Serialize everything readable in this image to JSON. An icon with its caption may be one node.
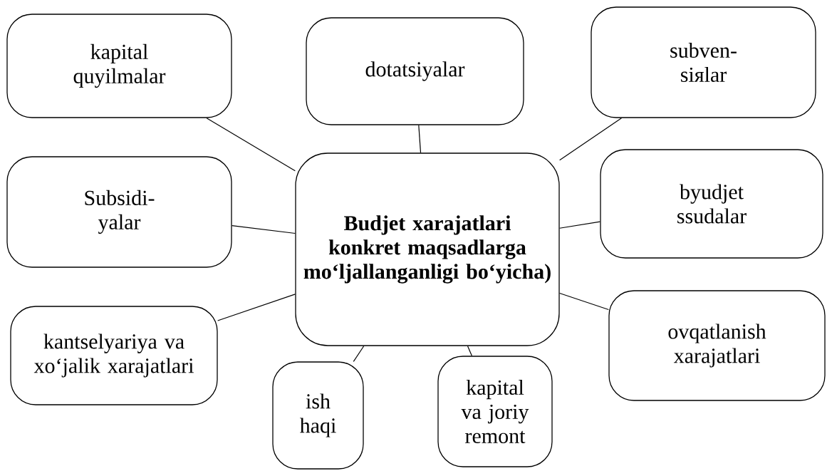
{
  "diagram": {
    "nodes": [
      {
        "text": [
          "Budjet xarajatlari konkret maqsadlarga mo‘ljallanganligi bo‘yicha)"
        ]
      },
      {
        "text": [
          "kapital quyilmalar"
        ]
      },
      {
        "text": [
          "dotatsiyalar"
        ]
      },
      {
        "text": [
          "subven- siяlar"
        ]
      },
      {
        "text": [
          "Subsidi- yalar"
        ]
      },
      {
        "text": [
          "byudjet ssudalar"
        ]
      },
      {
        "text": [
          "kantselyariya va xo‘jalik xarajatlari"
        ]
      },
      {
        "text": [
          "ovqatlanish xarajatlari"
        ]
      },
      {
        "text": [
          "ish haqi"
        ]
      },
      {
        "text": [
          "kapital va joriy remont"
        ]
      }
    ],
    "edges": [
      {
        "from": 0,
        "to": 1,
        "arrow": "none"
      },
      {
        "from": 0,
        "to": 2,
        "arrow": "none"
      },
      {
        "from": 0,
        "to": 3,
        "arrow": "none"
      },
      {
        "from": 0,
        "to": 4,
        "arrow": "none"
      },
      {
        "from": 0,
        "to": 5,
        "arrow": "none"
      },
      {
        "from": 0,
        "to": 6,
        "arrow": "none"
      },
      {
        "from": 0,
        "to": 7,
        "arrow": "none"
      },
      {
        "from": 0,
        "to": 8,
        "arrow": "none"
      },
      {
        "from": 0,
        "to": 9,
        "arrow": "none"
      }
    ]
  }
}
